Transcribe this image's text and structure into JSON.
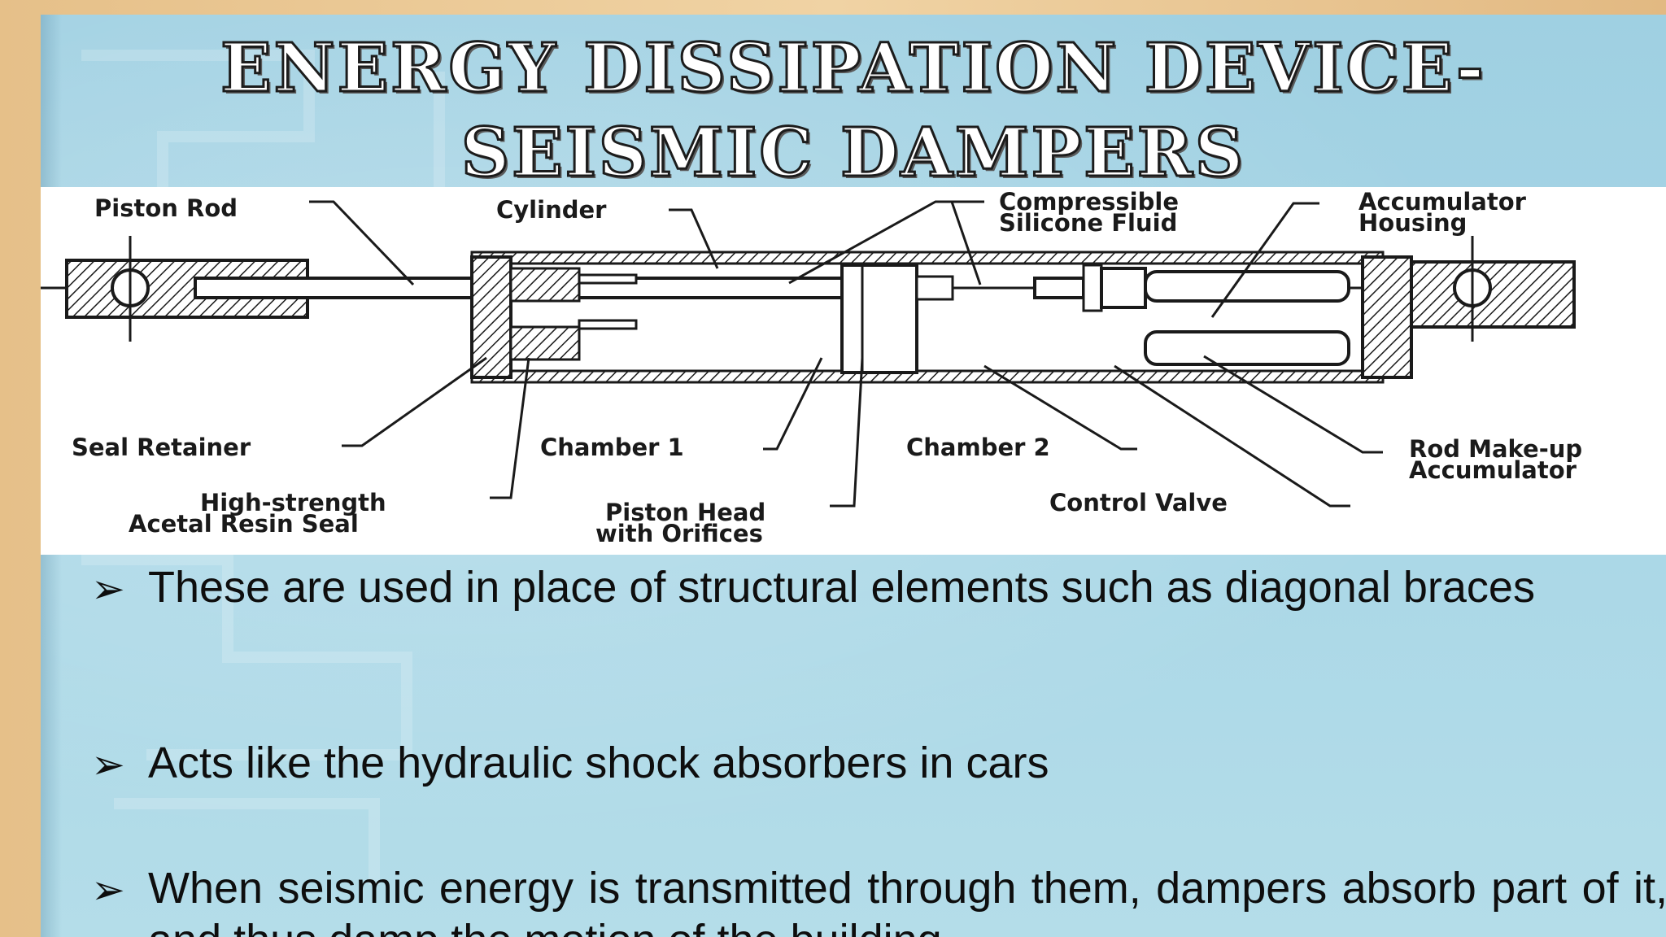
{
  "slide": {
    "title_line1": "ENERGY DISSIPATION DEVICE-",
    "title_line2": "SEISMIC DAMPERS",
    "diagram": {
      "labels": {
        "piston_rod": "Piston Rod",
        "cylinder": "Cylinder",
        "fluid_line1": "Compressible",
        "fluid_line2": "Silicone Fluid",
        "housing_line1": "Accumulator",
        "housing_line2": "Housing",
        "seal_retainer": "Seal Retainer",
        "chamber1": "Chamber 1",
        "chamber2": "Chamber 2",
        "makeup_line1": "Rod Make-up",
        "makeup_line2": "Accumulator",
        "seal_line1": "High-strength",
        "seal_line2": "Acetal Resin Seal",
        "head_line1": "Piston Head",
        "head_line2": "with Orifices",
        "control_valve": "Control Valve"
      }
    },
    "bullet_icon": "arrowhead-bullet-icon",
    "bullets": [
      "These are used in place of structural elements such as diagonal braces",
      "Acts like the hydraulic shock absorbers in cars",
      "When seismic energy is transmitted through them, dampers absorb part of it, and thus damp the motion of the building."
    ]
  }
}
